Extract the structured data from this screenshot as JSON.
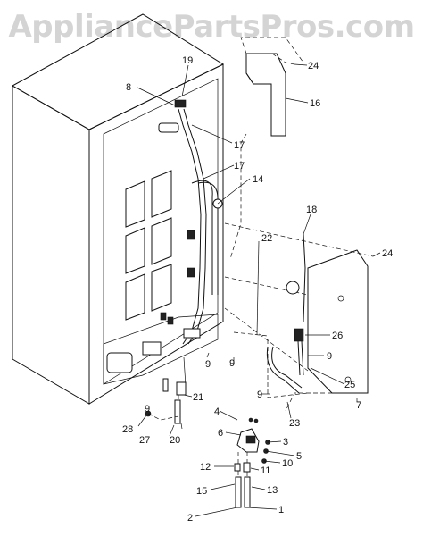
{
  "watermark": "AppliancePartsPros.com",
  "callouts": {
    "c1": "1",
    "c2": "2",
    "c3": "3",
    "c4": "4",
    "c5": "5",
    "c6": "6",
    "c7": "7",
    "c8": "8",
    "c9a": "9",
    "c9b": "9",
    "c9c": "9",
    "c9d": "9",
    "c9e": "9",
    "c10": "10",
    "c11": "11",
    "c12": "12",
    "c13": "13",
    "c14": "14",
    "c15": "15",
    "c16": "16",
    "c17a": "17",
    "c17b": "17",
    "c18": "18",
    "c19": "19",
    "c20": "20",
    "c21": "21",
    "c22": "22",
    "c23": "23",
    "c24a": "24",
    "c24b": "24",
    "c25": "25",
    "c26": "26",
    "c27": "27",
    "c28": "28"
  }
}
